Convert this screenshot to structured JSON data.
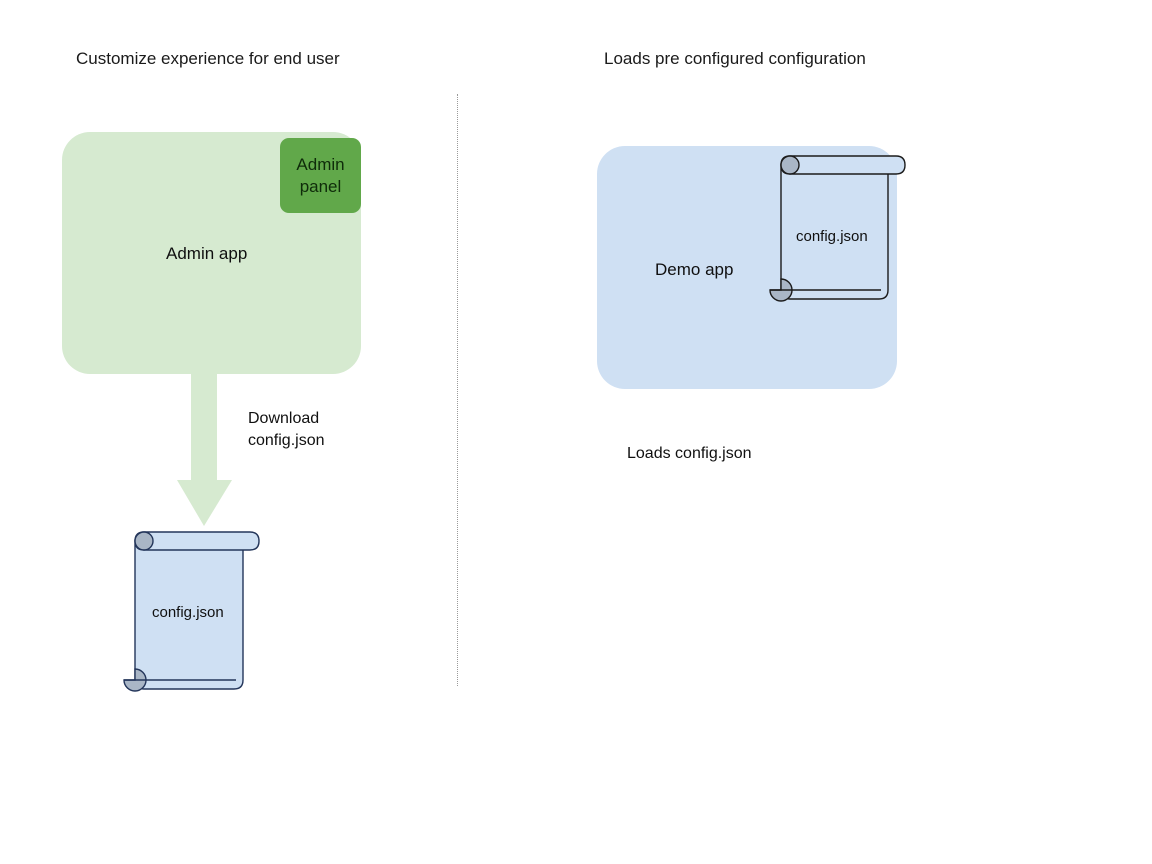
{
  "diagram": {
    "columns": [
      {
        "id": "left",
        "title": "Customize experience for end user"
      },
      {
        "id": "right",
        "title": "Loads pre configured configuration"
      }
    ],
    "admin": {
      "app_label": "Admin app",
      "panel_label": "Admin\npanel",
      "panel_line1": "Admin",
      "panel_line2": "panel",
      "box_color": "#d6ead0",
      "panel_color": "#61a84a"
    },
    "demo": {
      "app_label": "Demo app",
      "box_color": "#cfe0f3"
    },
    "documents": [
      {
        "id": "doc-left",
        "label": "config.json",
        "fill": "#cfe0f3",
        "stroke": "#23355a"
      },
      {
        "id": "doc-right",
        "label": "config.json",
        "fill": "#cfe0f3",
        "stroke": "#1b1b1b"
      }
    ],
    "edges": [
      {
        "id": "download",
        "label_line1": "Download",
        "label_line2": "config.json",
        "color": "#d6ead0",
        "direction": "down"
      },
      {
        "id": "loads",
        "label": "Loads config.json"
      }
    ],
    "divider": {
      "style": "dotted",
      "color": "#9a9a9a"
    }
  }
}
